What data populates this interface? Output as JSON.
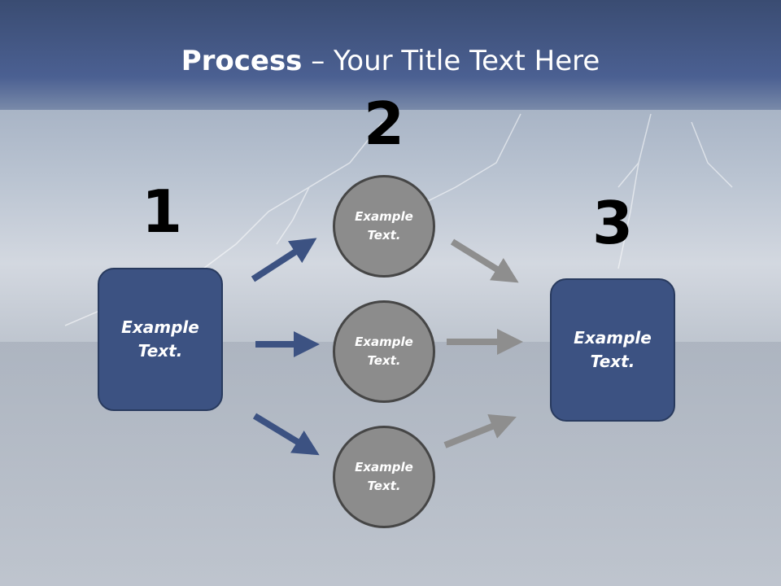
{
  "title": {
    "bold": "Process",
    "rest": " – Your Title Text Here"
  },
  "steps": {
    "one": "1",
    "two": "2",
    "three": "3"
  },
  "left_box": "Example\nText.",
  "right_box": "Example\nText.",
  "circles": [
    "Example\nText.",
    "Example\nText.",
    "Example\nText."
  ],
  "colors": {
    "title_band": "#3a4c72",
    "box_fill": "#3c5282",
    "circle_fill": "#8c8c8c",
    "arrow_blue": "#3c5282",
    "arrow_gray": "#8e8e8e"
  }
}
